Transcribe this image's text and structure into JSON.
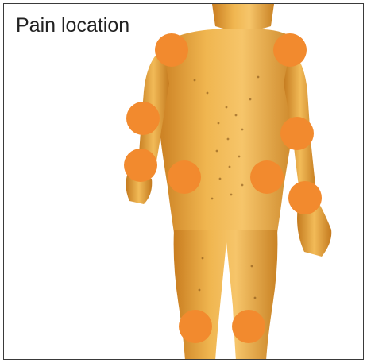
{
  "panel": {
    "title": "Pain location"
  },
  "colors": {
    "marker": "#f28a2e",
    "skin": "#e6a33b",
    "border": "#3a3a3a"
  },
  "markers": [
    {
      "name": "left-shoulder"
    },
    {
      "name": "right-shoulder"
    },
    {
      "name": "left-elbow"
    },
    {
      "name": "right-elbow"
    },
    {
      "name": "left-wrist"
    },
    {
      "name": "left-hip"
    },
    {
      "name": "right-hip"
    },
    {
      "name": "right-wrist"
    },
    {
      "name": "left-knee"
    },
    {
      "name": "right-knee"
    }
  ]
}
